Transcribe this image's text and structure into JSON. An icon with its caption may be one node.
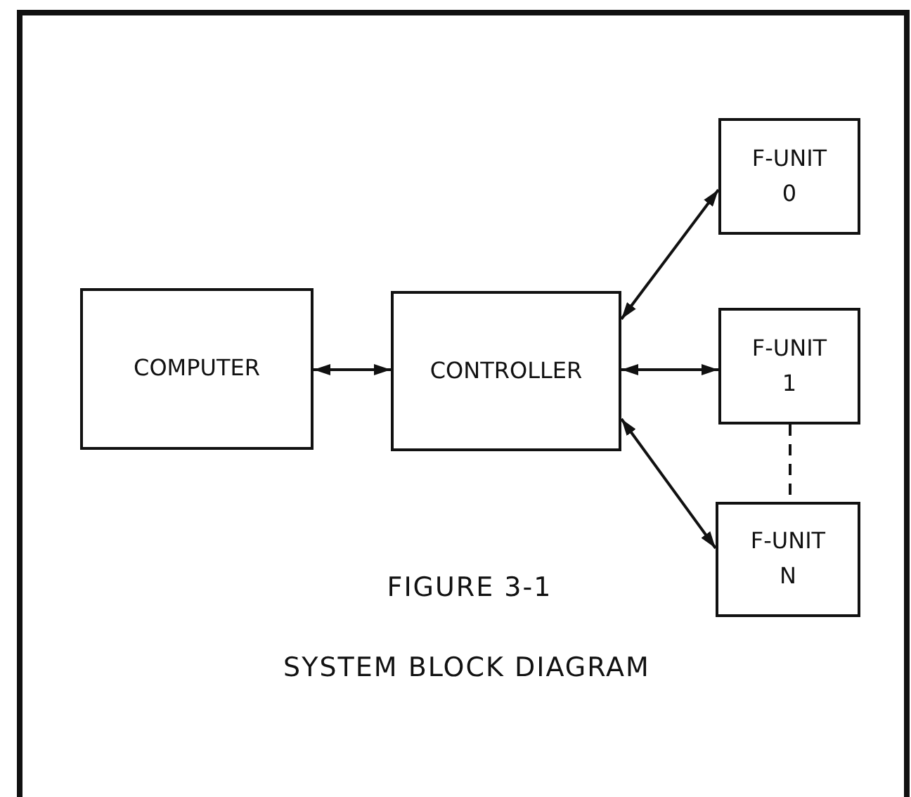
{
  "diagram": {
    "nodes": [
      {
        "text": [
          "COMPUTER"
        ]
      },
      {
        "text": [
          "CONTROLLER"
        ]
      },
      {
        "text": [
          "F-UNIT 0"
        ]
      },
      {
        "text": [
          "F-UNIT 1"
        ]
      },
      {
        "text": [
          "F-UNIT N"
        ]
      }
    ],
    "edges": [
      {
        "from": 0,
        "to": 1,
        "arrow": "both"
      },
      {
        "from": 1,
        "to": 2,
        "arrow": "both"
      },
      {
        "from": 1,
        "to": 3,
        "arrow": "both"
      },
      {
        "from": 1,
        "to": 4,
        "arrow": "both"
      },
      {
        "from": 3,
        "to": 4,
        "arrow": "none",
        "style": "dashed"
      }
    ],
    "labels": [
      "FIGURE 3-1",
      "SYSTEM BLOCK DIAGRAM"
    ]
  }
}
